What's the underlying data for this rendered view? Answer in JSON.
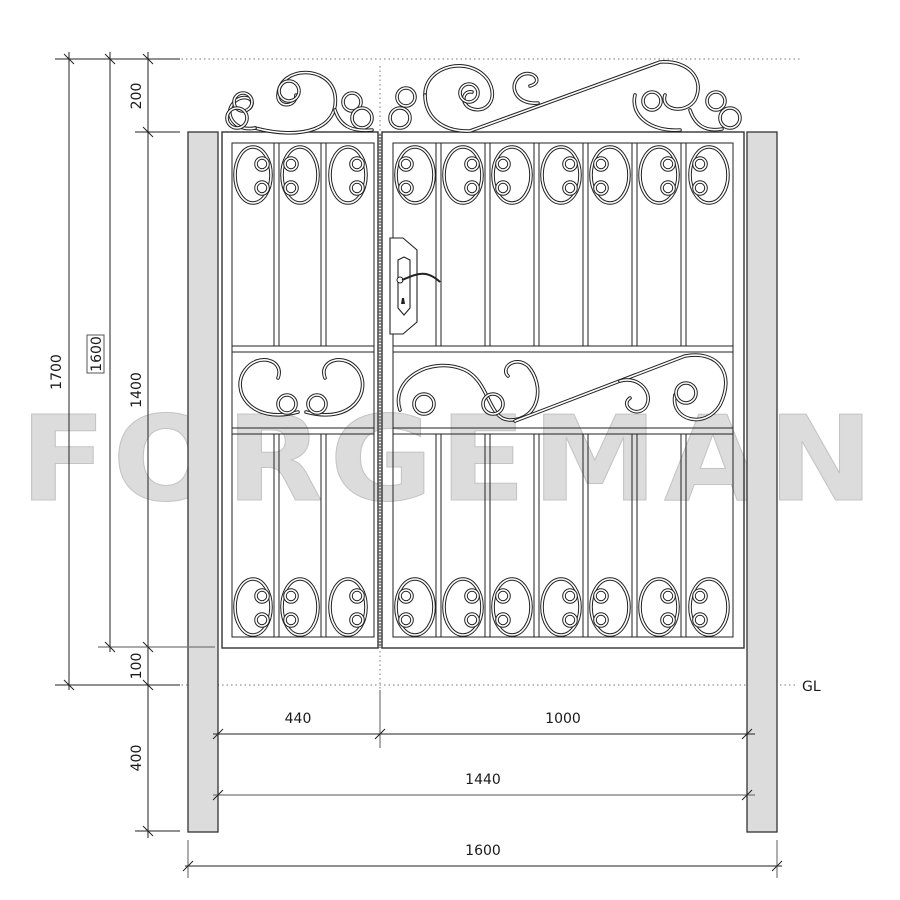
{
  "watermark": {
    "text": "FORGEMAN",
    "color": "#dcdcdc"
  },
  "vertical_dimensions": {
    "overall_height": "1700",
    "gate_height": "1600",
    "leaf_height": "1400",
    "top_decor": "200",
    "ground_clearance": "100",
    "post_embedment": "400"
  },
  "horizontal_dimensions": {
    "left_leaf": "440",
    "right_leaf": "1000",
    "opening_width": "1440",
    "overall_width": "1600"
  },
  "ground_level_label": "GL",
  "colors": {
    "post_fill": "#dcdcdc",
    "line": "#222222",
    "watermark": "#dcdcdc"
  }
}
